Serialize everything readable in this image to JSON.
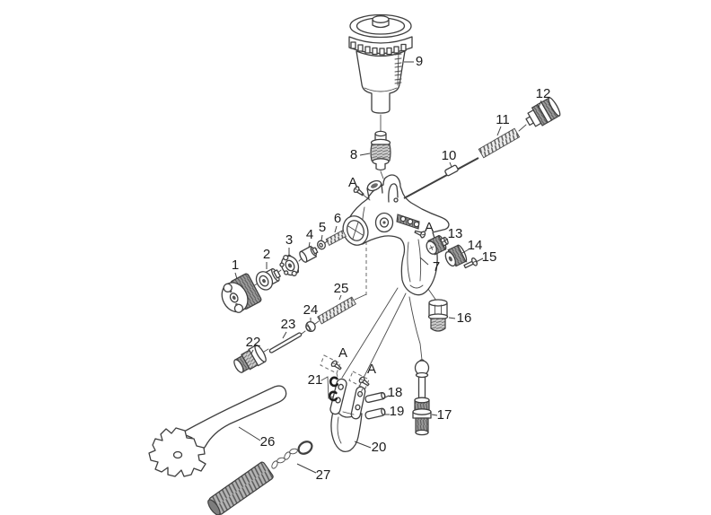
{
  "diagram": {
    "type": "exploded-parts-diagram",
    "subject": "gravity-feed paint spray gun with cup, needle, nozzle set, trigger, wrench and cleaning brush",
    "background_color": "#ffffff",
    "line_color": "#3f3f3f",
    "label_color": "#1c1c1c",
    "shade_colors": {
      "knurl": "#9a9a9a",
      "thread": "#cdcdcd",
      "coil": "#ededed",
      "brush": "#b3b3b3",
      "dark_fill": "#5f5f5f"
    },
    "callouts": [
      {
        "id": "1",
        "label": "1"
      },
      {
        "id": "2",
        "label": "2"
      },
      {
        "id": "3",
        "label": "3"
      },
      {
        "id": "4",
        "label": "4"
      },
      {
        "id": "5",
        "label": "5"
      },
      {
        "id": "6",
        "label": "6"
      },
      {
        "id": "7",
        "label": "7"
      },
      {
        "id": "8",
        "label": "8"
      },
      {
        "id": "9",
        "label": "9"
      },
      {
        "id": "10",
        "label": "10"
      },
      {
        "id": "11",
        "label": "11"
      },
      {
        "id": "12",
        "label": "12"
      },
      {
        "id": "13",
        "label": "13"
      },
      {
        "id": "14",
        "label": "14"
      },
      {
        "id": "15",
        "label": "15"
      },
      {
        "id": "16",
        "label": "16"
      },
      {
        "id": "17",
        "label": "17"
      },
      {
        "id": "18",
        "label": "18"
      },
      {
        "id": "19",
        "label": "19"
      },
      {
        "id": "20",
        "label": "20"
      },
      {
        "id": "21",
        "label": "21"
      },
      {
        "id": "22",
        "label": "22"
      },
      {
        "id": "23",
        "label": "23"
      },
      {
        "id": "24",
        "label": "24"
      },
      {
        "id": "25",
        "label": "25"
      },
      {
        "id": "26",
        "label": "26"
      },
      {
        "id": "27",
        "label": "27"
      }
    ],
    "letters": [
      {
        "id": "a-gun-left",
        "label": "A"
      },
      {
        "id": "a-gun-right",
        "label": "A"
      },
      {
        "id": "a-trigger-left",
        "label": "A"
      },
      {
        "id": "a-trigger-right",
        "label": "A"
      }
    ]
  }
}
